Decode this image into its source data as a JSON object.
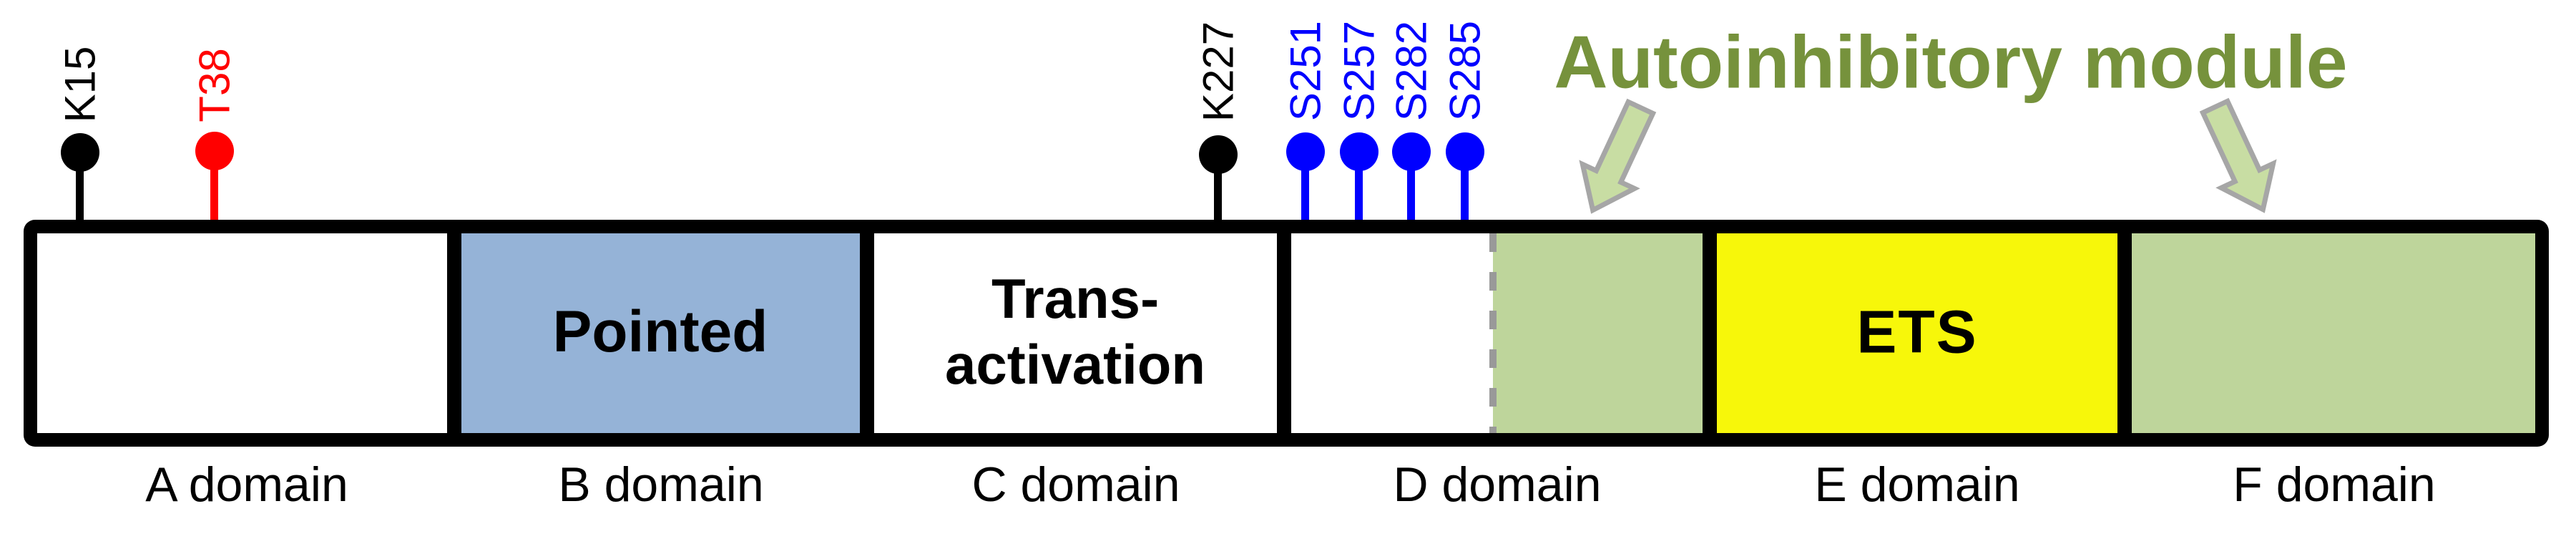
{
  "diagram": {
    "title": "Autoinhibitory module",
    "domains": [
      {
        "name": "A domain",
        "text": ""
      },
      {
        "name": "B domain",
        "text": "Pointed"
      },
      {
        "name": "C domain",
        "line1": "Trans-",
        "line2": "activation"
      },
      {
        "name": "D domain",
        "text": ""
      },
      {
        "name": "E domain",
        "text": "ETS"
      },
      {
        "name": "F domain",
        "text": ""
      }
    ],
    "sites": [
      {
        "label": "K15",
        "color": "#000000"
      },
      {
        "label": "T38",
        "color": "#ff0000"
      },
      {
        "label": "K227",
        "color": "#000000"
      },
      {
        "label": "S251",
        "color": "#0000ff"
      },
      {
        "label": "S257",
        "color": "#0000ff"
      },
      {
        "label": "S282",
        "color": "#0000ff"
      },
      {
        "label": "S285",
        "color": "#0000ff"
      }
    ],
    "colors": {
      "pointed_domain_fill": "#95b3d7",
      "ets_domain_fill": "#f7f70a",
      "autoinhibitory_fill": "#bed59b",
      "title_text": "#76923c",
      "arrow_fill": "#c8dda3",
      "arrow_outline": "#a6a6a6",
      "dashed_divider": "#999999"
    }
  }
}
